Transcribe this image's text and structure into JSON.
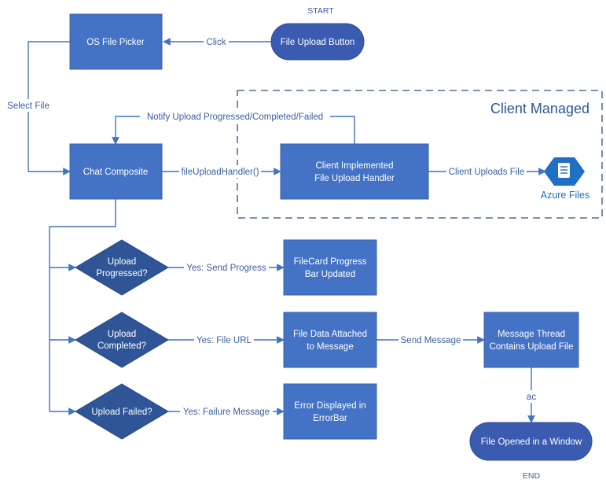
{
  "markers": {
    "start": "START",
    "end": "END"
  },
  "region": {
    "label": "Client Managed"
  },
  "nodes": {
    "file_upload_button": "File Upload Button",
    "os_file_picker": "OS File Picker",
    "chat_composite": "Chat Composite",
    "client_handler": [
      "Client Implemented",
      "File Upload Handler"
    ],
    "azure_files": "Azure Files",
    "upload_progressed": [
      "Upload",
      "Progressed?"
    ],
    "upload_completed": [
      "Upload",
      "Completed?"
    ],
    "upload_failed": "Upload Failed?",
    "filecard_progress": [
      "FileCard Progress",
      "Bar Updated"
    ],
    "file_data_attached": [
      "File Data Attached",
      "to Message"
    ],
    "error_displayed": [
      "Error Displayed in",
      "ErrorBar"
    ],
    "message_thread": [
      "Message Thread",
      "Contains Upload File"
    ],
    "file_opened": "File Opened in a Window"
  },
  "edges": {
    "click": "Click",
    "select_file": "Select File",
    "notify": "Notify Upload Progressed/Completed/Failed",
    "handler_call": "fileUploadHandler()",
    "client_uploads": "Client Uploads File",
    "yes_progress": "Yes: Send Progress",
    "yes_url": "Yes: File URL",
    "yes_failure": "Yes: Failure Message",
    "send_message": "Send Message",
    "ac": "ac"
  },
  "colors": {
    "process_fill": "#4472c4",
    "terminator_fill": "#3a5bb0",
    "decision_fill": "#2f5597",
    "connector": "#4472c4",
    "label_text": "#3a5f9e",
    "azure_icon": "#1f6fc4"
  },
  "icons": {
    "azure_files": "azure-files-icon"
  }
}
